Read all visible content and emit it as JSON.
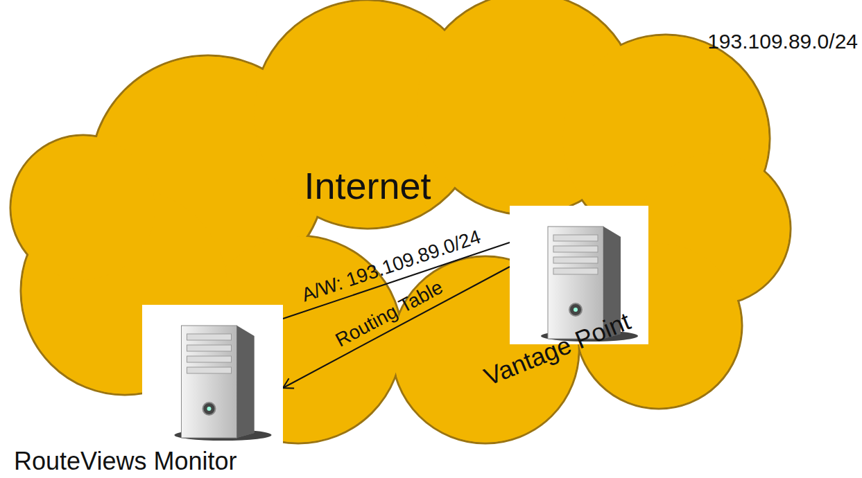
{
  "diagram": {
    "nodes": [
      {
        "text": [
          "Vantage Point"
        ]
      },
      {
        "text": [
          "RouteViews Monitor"
        ]
      }
    ],
    "edges": [
      {
        "from": 1,
        "to": 0,
        "arrow": "none",
        "label": "A/W: 193.109.89.0/24"
      },
      {
        "from": 0,
        "to": 1,
        "arrow": "to",
        "label": "Routing Table"
      }
    ],
    "labels": [
      "Internet",
      "193.109.89.0/24"
    ]
  }
}
